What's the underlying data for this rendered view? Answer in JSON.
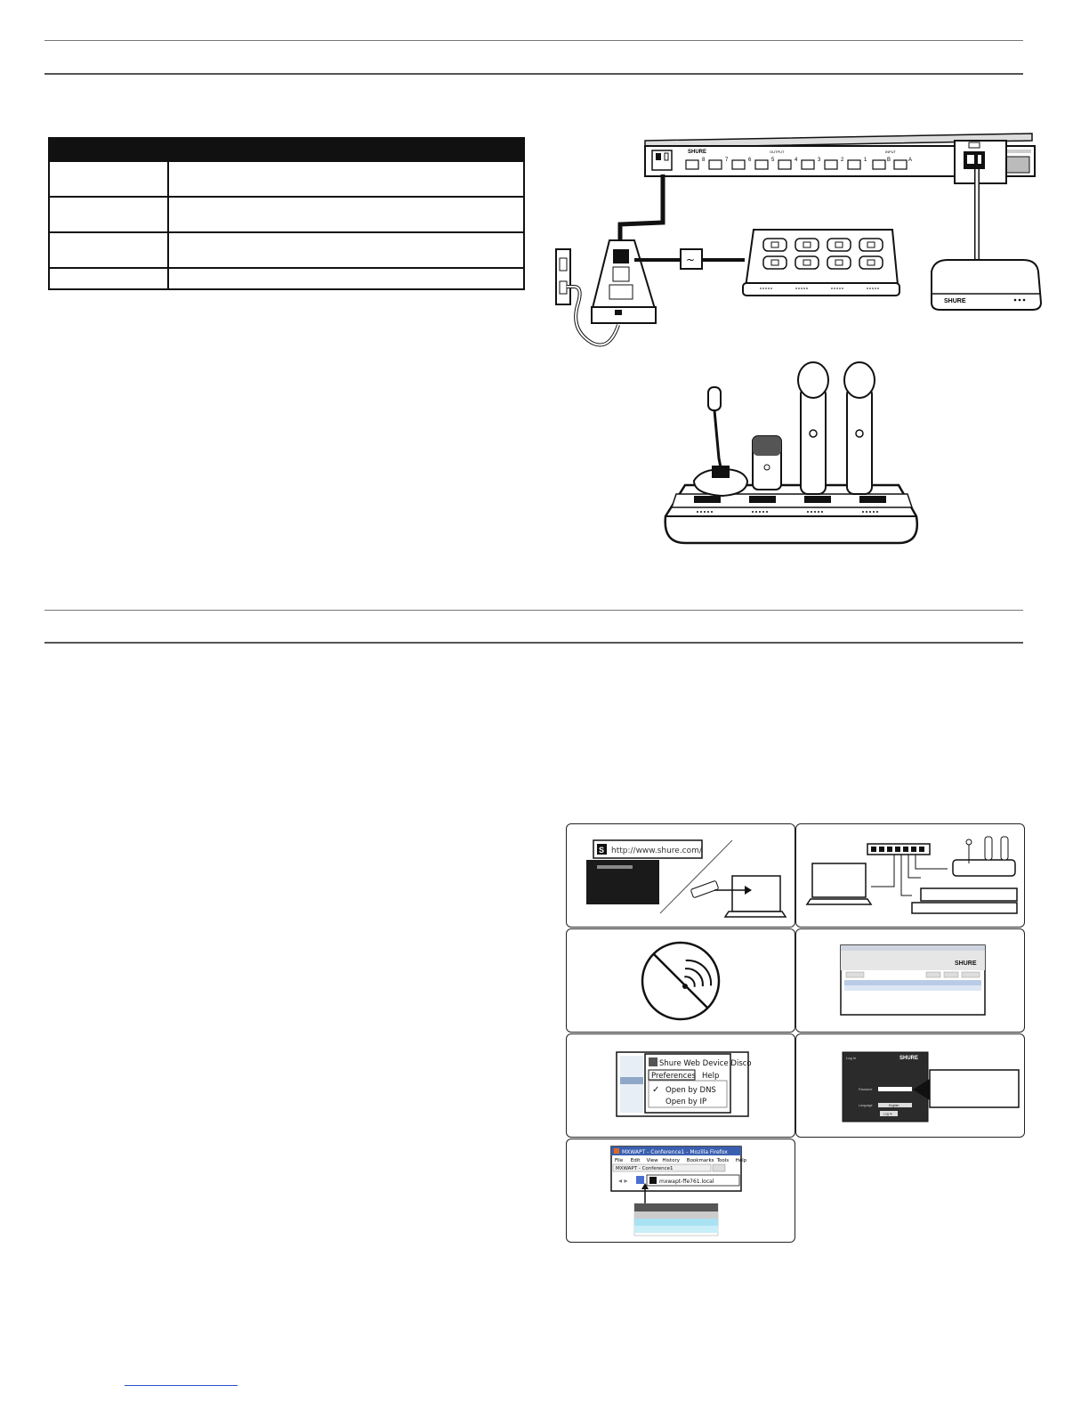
{
  "diagram": {
    "rack_unit": {
      "brand": "SHURE",
      "section_output": "OUTPUT",
      "section_input": "INPUT",
      "output_channels": [
        "8",
        "7",
        "6",
        "5",
        "4",
        "3",
        "2",
        "1"
      ],
      "input_channels": [
        "B",
        "A"
      ]
    },
    "access_point": {
      "brand": "SHURE"
    },
    "charging_symbol": "~"
  },
  "panels": {
    "web_address": "http://www.shure.com/",
    "menu": {
      "title": "Shure Web Device Disco",
      "items": [
        "Preferences",
        "Help"
      ],
      "options": [
        "Open by DNS",
        "Open by IP"
      ],
      "check": "✓"
    },
    "login_brand": "SHURE",
    "login": {
      "title": "Log In",
      "password_label": "Password",
      "language_label": "Language",
      "language_value": "English",
      "button": "Log In"
    },
    "discovery_brand": "SHURE",
    "browser": {
      "title": "MXWAPT - Conference1 - Mozilla Firefox",
      "menus": [
        "File",
        "Edit",
        "View",
        "History",
        "Bookmarks",
        "Tools",
        "Help"
      ],
      "tab": "MXWAPT - Conference1",
      "url": "mxwapt-ffe761.local"
    }
  }
}
